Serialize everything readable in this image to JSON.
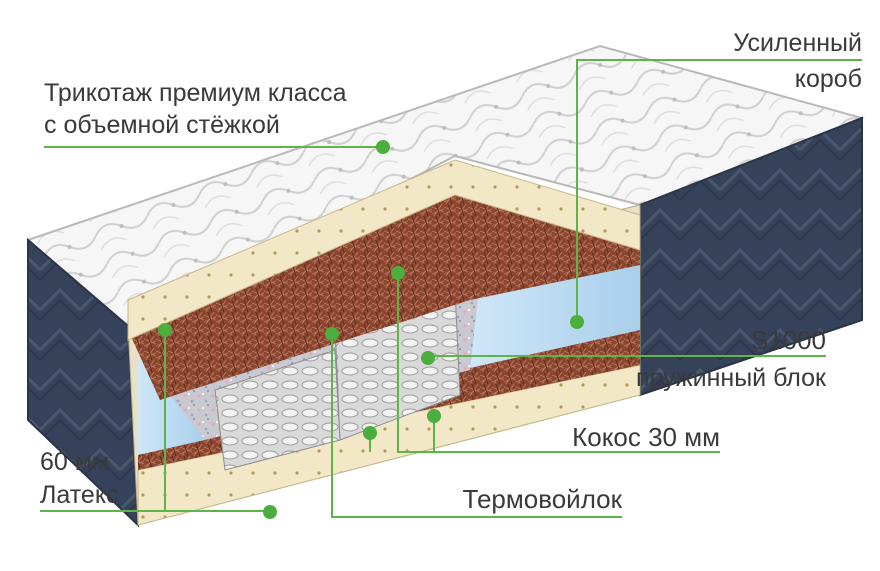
{
  "labels": {
    "knit_line1": "Трикотаж премиум класса",
    "knit_line2": "с объемной стёжкой",
    "box_line1": "Усиленный",
    "box_line2": "короб",
    "spring_line1": "S1000",
    "spring_line2": "пружинный блок",
    "coconut": "Кокос 30 мм",
    "felt": "Термовойлок",
    "latex_line1": "60 мм",
    "latex_line2": "Латекс"
  },
  "colors": {
    "callout_line": "#5fb447",
    "callout_dot": "#4cae3c",
    "side_fabric": "#3a4658",
    "latex": "#f1e6c4",
    "coconut": "#8c4a32",
    "felt": "#c7c7cf",
    "foam": "#bcdcf2",
    "top_quilt": "#f4f4f4"
  }
}
